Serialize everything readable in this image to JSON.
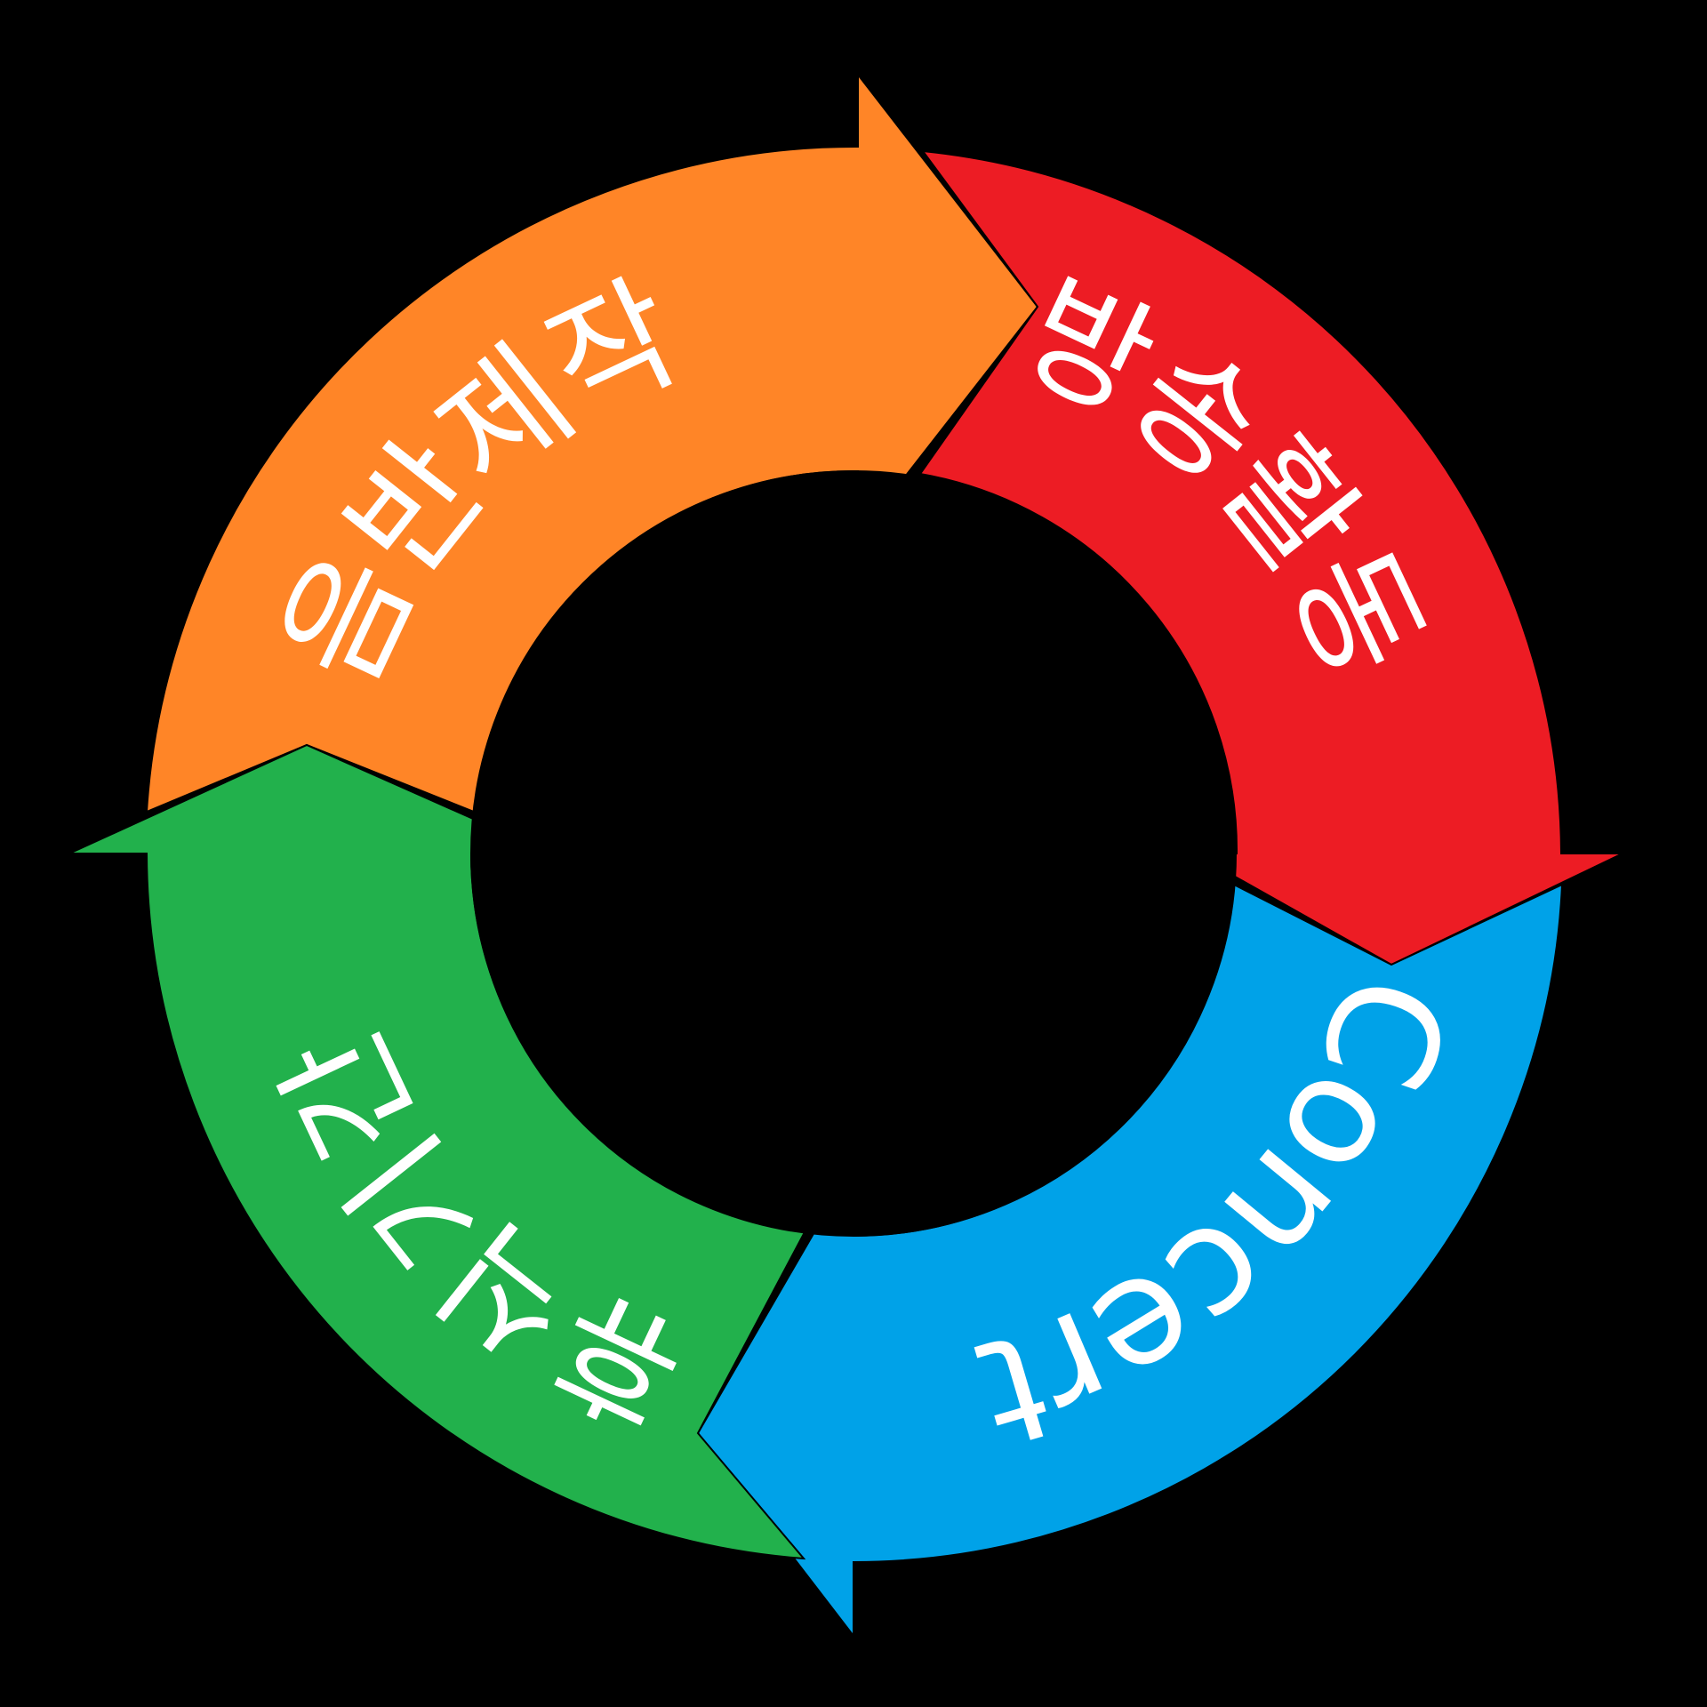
{
  "diagram": {
    "type": "cycle",
    "background": "#000000",
    "outline_color": "#000000",
    "label_color": "#ffffff",
    "segments": [
      {
        "id": "album",
        "label": "음반제작",
        "color": "#FF8527"
      },
      {
        "id": "broadcast",
        "label": "방송활동",
        "color": "#ED1C24"
      },
      {
        "id": "concert",
        "label": "Concert",
        "color": "#00A2E8"
      },
      {
        "id": "rest",
        "label": "휴식기간",
        "color": "#22B14C"
      }
    ]
  }
}
